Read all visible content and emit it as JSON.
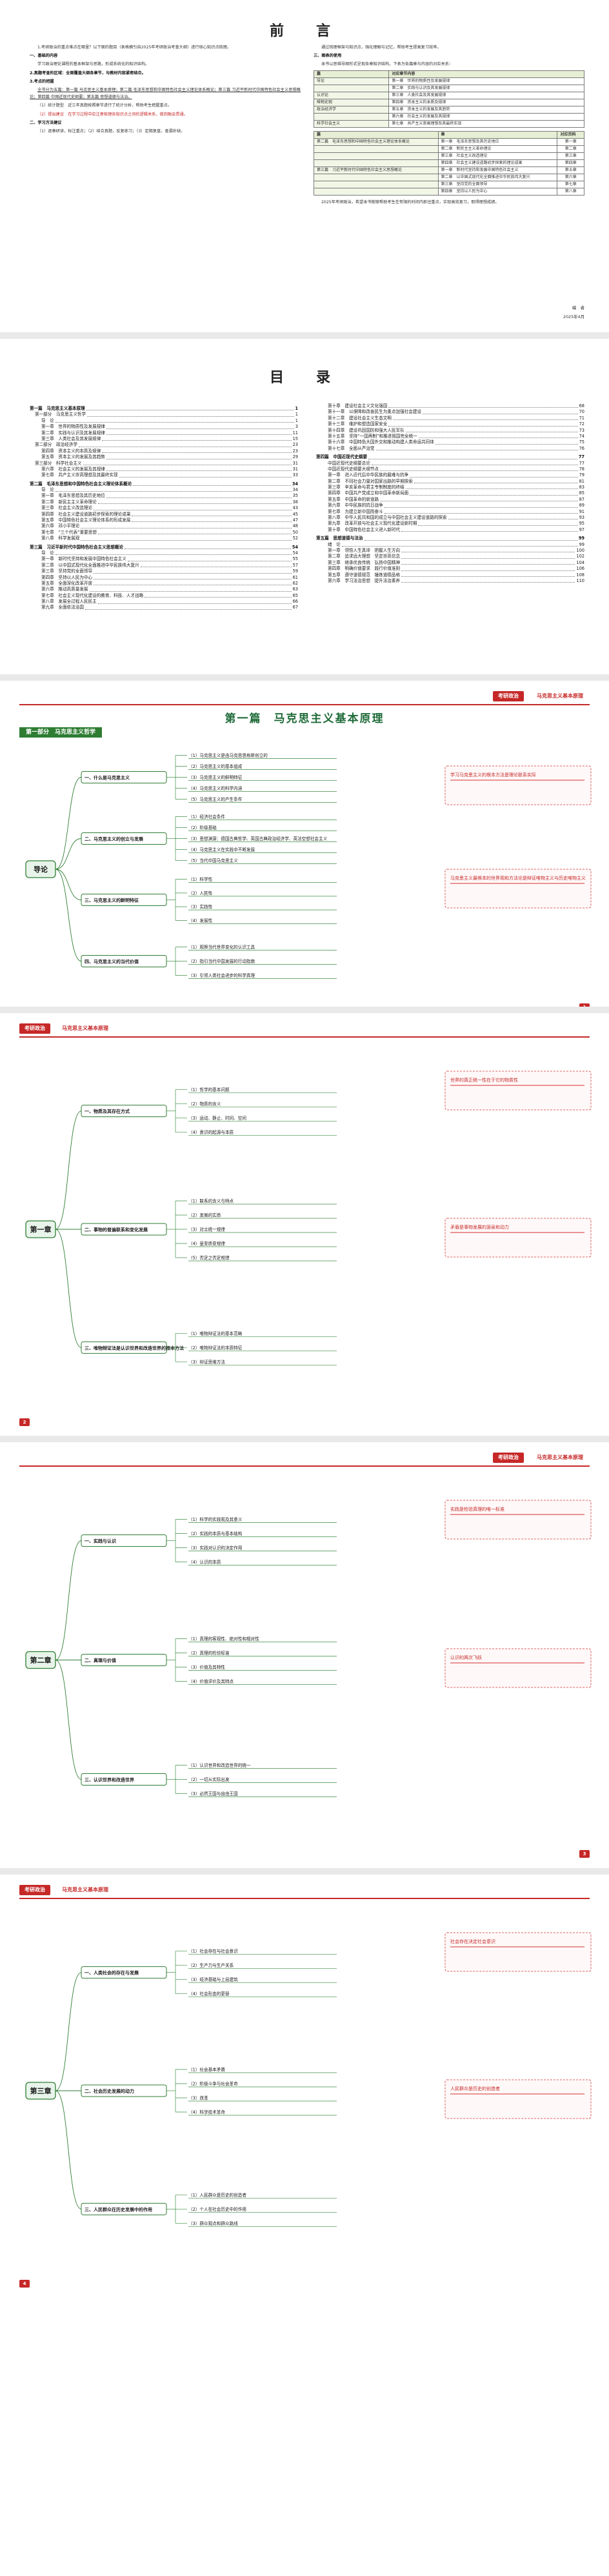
{
  "preface": {
    "title": "前　言",
    "left_paragraphs": [
      "1.考研政治的重点难点在哪里？以下面的题目（表格摘引自2025年考研政治考查大纲）进行核心知识点梳理。",
      "一、基础的内容",
      "学习政治理论课程的基本框架与思路，形成系统化的知识结构。",
      "2.真题考查的区域：全面覆盖大纲各章节，与教材内容紧密结合。",
      "3.考点的把握",
      "全书分为五篇：第一篇 马克思主义基本原理；第二篇 毛泽东思想和中国特色社会主义理论体系概论；第三篇 习近平新时代中国特色社会主义思想概论；第四篇 中国近现代史纲要；第五篇 思想道德与法治。",
      "（1）统计题型　近三年真题按照章节进行了统计分析，帮助考生把握重点。",
      "（2）提出建议　在学习过程中应注意梳理各知识点之间的逻辑关系，做到融会贯通。",
      "二、学习方法建议",
      "（1）逐章研读，标注重点；（2）结合真题，反复练习；（3）定期复盘，查漏补缺。"
    ],
    "right_paragraphs": [
      "通过梳理框架与知识点，强化理解与记忆，帮助考生提高复习效率。",
      "三、图表的使用",
      "本书以思维导图形式呈现各章知识结构，下表为各篇章与内容的对应关系："
    ],
    "table1": {
      "headers": [
        "篇",
        "对应章节内容"
      ],
      "rows": [
        [
          "导论",
          "第一章　世界的物质性及发展规律"
        ],
        [
          "",
          "第二章　实践与认识及其发展规律"
        ],
        [
          "认识论",
          "第三章　人类社会及其发展规律"
        ],
        [
          "唯物史观",
          "第四章　资本主义的本质及规律"
        ],
        [
          "政治经济学",
          "第五章　资本主义的发展及其趋势"
        ],
        [
          "",
          "第六章　社会主义的发展及其规律"
        ],
        [
          "科学社会主义",
          "第七章　共产主义崇高理想及其最终实现"
        ]
      ]
    },
    "table2": {
      "headers": [
        "篇",
        "章",
        "对应页码"
      ],
      "rows": [
        [
          "第二篇　毛泽东思想和中国特色社会主义理论体系概论",
          "第一章　毛泽东思想及其历史地位",
          "第一章"
        ],
        [
          "",
          "第二章　新民主主义革命理论",
          "第二章"
        ],
        [
          "",
          "第三章　社会主义改造理论",
          "第三章"
        ],
        [
          "",
          "第四章　社会主义建设道路初步探索的理论成果",
          "第四章"
        ],
        [
          "第三篇　习近平新时代中国特色社会主义思想概论",
          "第一章　新时代坚持和发展中国特色社会主义",
          "第五章"
        ],
        [
          "",
          "第二章　以中国式现代化全面推进中华民族伟大复兴",
          "第六章"
        ],
        [
          "",
          "第三章　坚持党的全面领导",
          "第七章"
        ],
        [
          "",
          "第四章　坚持以人民为中心",
          "第八章"
        ]
      ]
    },
    "closing": "2025年考研政治，希望本书能够帮助考生在有限的时间内抓住重点，实现高效复习，取得理想成绩。",
    "signature": "编　者",
    "date": "2025年4月"
  },
  "contents": {
    "title": "目　录",
    "left": [
      {
        "level": 0,
        "text": "第一篇　马克思主义基本原理",
        "page": "1"
      },
      {
        "level": 1,
        "text": "第一部分　马克思主义哲学",
        "page": "1"
      },
      {
        "level": 2,
        "text": "导　论",
        "page": "1"
      },
      {
        "level": 2,
        "text": "第一章　世界的物质性及发展规律",
        "page": "3"
      },
      {
        "level": 2,
        "text": "第二章　实践与认识及其发展规律",
        "page": "11"
      },
      {
        "level": 2,
        "text": "第三章　人类社会及其发展规律",
        "page": "15"
      },
      {
        "level": 1,
        "text": "第二部分　政治经济学",
        "page": "23"
      },
      {
        "level": 2,
        "text": "第四章　资本主义的本质及规律",
        "page": "23"
      },
      {
        "level": 2,
        "text": "第五章　资本主义的发展及其趋势",
        "page": "29"
      },
      {
        "level": 1,
        "text": "第三部分　科学社会主义",
        "page": "31"
      },
      {
        "level": 2,
        "text": "第六章　社会主义的发展及其规律",
        "page": "31"
      },
      {
        "level": 2,
        "text": "第七章　共产主义崇高理想及其最终实现",
        "page": "33"
      },
      {
        "level": 0,
        "text": "第二篇　毛泽东思想和中国特色社会主义理论体系概论",
        "page": "34"
      },
      {
        "level": 2,
        "text": "导　论",
        "page": "34"
      },
      {
        "level": 2,
        "text": "第一章　毛泽东思想及其历史地位",
        "page": "35"
      },
      {
        "level": 2,
        "text": "第二章　新民主主义革命理论",
        "page": "38"
      },
      {
        "level": 2,
        "text": "第三章　社会主义改造理论",
        "page": "43"
      },
      {
        "level": 2,
        "text": "第四章　社会主义建设道路初步探索的理论成果",
        "page": "45"
      },
      {
        "level": 2,
        "text": "第五章　中国特色社会主义理论体系的形成发展",
        "page": "47"
      },
      {
        "level": 2,
        "text": "第六章　邓小平理论",
        "page": "48"
      },
      {
        "level": 2,
        "text": "第七章　“三个代表”重要思想",
        "page": "50"
      },
      {
        "level": 2,
        "text": "第八章　科学发展观",
        "page": "52"
      },
      {
        "level": 0,
        "text": "第三篇　习近平新时代中国特色社会主义思想概论",
        "page": "54"
      },
      {
        "level": 2,
        "text": "导　论",
        "page": "54"
      },
      {
        "level": 2,
        "text": "第一章　新时代坚持和发展中国特色社会主义",
        "page": "55"
      },
      {
        "level": 2,
        "text": "第二章　以中国式现代化全面推进中华民族伟大复兴",
        "page": "57"
      },
      {
        "level": 2,
        "text": "第三章　坚持党的全面领导",
        "page": "59"
      },
      {
        "level": 2,
        "text": "第四章　坚持以人民为中心",
        "page": "61"
      },
      {
        "level": 2,
        "text": "第五章　全面深化改革开放",
        "page": "62"
      },
      {
        "level": 2,
        "text": "第六章　推动高质量发展",
        "page": "63"
      },
      {
        "level": 2,
        "text": "第七章　社会主义现代化建设的教育、科技、人才战略",
        "page": "65"
      },
      {
        "level": 2,
        "text": "第八章　发展全过程人民民主",
        "page": "66"
      },
      {
        "level": 2,
        "text": "第九章　全面依法治国",
        "page": "67"
      }
    ],
    "right": [
      {
        "level": 2,
        "text": "第十章　建设社会主义文化强国",
        "page": "68"
      },
      {
        "level": 2,
        "text": "第十一章　以保障和改善民生为重点加强社会建设",
        "page": "70"
      },
      {
        "level": 2,
        "text": "第十二章　建设社会主义生态文明",
        "page": "71"
      },
      {
        "level": 2,
        "text": "第十三章　维护和塑造国家安全",
        "page": "72"
      },
      {
        "level": 2,
        "text": "第十四章　建设巩固国防和强大人民军队",
        "page": "73"
      },
      {
        "level": 2,
        "text": "第十五章　坚持“一国两制”和推进祖国完全统一",
        "page": "74"
      },
      {
        "level": 2,
        "text": "第十六章　中国特色大国外交和推动构建人类命运共同体",
        "page": "75"
      },
      {
        "level": 2,
        "text": "第十七章　全面从严治党",
        "page": "76"
      },
      {
        "level": 0,
        "text": "第四篇　中国近现代史纲要",
        "page": "77"
      },
      {
        "level": 2,
        "text": "中国近现代史纲要总论",
        "page": "77"
      },
      {
        "level": 2,
        "text": "中国近现代史纲要大纲节点",
        "page": "78"
      },
      {
        "level": 2,
        "text": "第一章　进入近代后中华民族的磨难与抗争",
        "page": "79"
      },
      {
        "level": 2,
        "text": "第二章　不同社会力量对国家出路的早期探索",
        "page": "81"
      },
      {
        "level": 2,
        "text": "第三章　辛亥革命与君主专制制度的终结",
        "page": "83"
      },
      {
        "level": 2,
        "text": "第四章　中国共产党成立和中国革命新局面",
        "page": "85"
      },
      {
        "level": 2,
        "text": "第五章　中国革命的新道路",
        "page": "87"
      },
      {
        "level": 2,
        "text": "第六章　中华民族的抗日战争",
        "page": "89"
      },
      {
        "level": 2,
        "text": "第七章　为建立新中国而奋斗",
        "page": "91"
      },
      {
        "level": 2,
        "text": "第八章　中华人民共和国的成立与中国社会主义建设道路的探索",
        "page": "93"
      },
      {
        "level": 2,
        "text": "第九章　改革开放与社会主义现代化建设新时期",
        "page": "95"
      },
      {
        "level": 2,
        "text": "第十章　中国特色社会主义进入新时代",
        "page": "97"
      },
      {
        "level": 0,
        "text": "第五篇　思想道德与法治",
        "page": "99"
      },
      {
        "level": 2,
        "text": "绪　论",
        "page": "99"
      },
      {
        "level": 2,
        "text": "第一章　领悟人生真谛　把握人生方向",
        "page": "100"
      },
      {
        "level": 2,
        "text": "第二章　追求远大理想　坚定崇高信念",
        "page": "102"
      },
      {
        "level": 2,
        "text": "第三章　继承优良传统　弘扬中国精神",
        "page": "104"
      },
      {
        "level": 2,
        "text": "第四章　明确价值要求　践行价值准则",
        "page": "106"
      },
      {
        "level": 2,
        "text": "第五章　遵守道德规范　锤炼道德品格",
        "page": "108"
      },
      {
        "level": 2,
        "text": "第六章　学习法治思想　提升法治素养",
        "page": "110"
      }
    ]
  },
  "header": {
    "badge_text": "考研政治",
    "subtitle": "马克思主义基本原理",
    "colors": {
      "accent": "#c62828",
      "green": "#2e7d32"
    }
  },
  "mindmaps": [
    {
      "chapter_title": "第一篇　马克思主义基本原理",
      "part_tab": "第一部分　马克思主义哲学",
      "root": "导论",
      "page_number": "1",
      "branches": [
        {
          "label": "一、什么是马克思主义",
          "items": [
            "（1）马克思主义是由马克思恩格斯创立的",
            "（2）马克思主义的基本组成",
            "（3）马克思主义的鲜明特征",
            "（4）马克思主义的科学内涵",
            "（5）马克思主义的产生条件"
          ]
        },
        {
          "label": "二、马克思主义的创立与发展",
          "items": [
            "（1）经济社会条件",
            "（2）阶级基础",
            "（3）思想渊源：德国古典哲学、英国古典政治经济学、英法空想社会主义",
            "（4）马克思主义在实践中不断发展",
            "（5）当代中国马克思主义"
          ]
        },
        {
          "label": "三、马克思主义的鲜明特征",
          "items": [
            "（1）科学性",
            "（2）人民性",
            "（3）实践性",
            "（4）发展性"
          ]
        },
        {
          "label": "四、马克思主义的当代价值",
          "items": [
            "（1）观察当代世界变化的认识工具",
            "（2）指引当代中国发展的行动指南",
            "（3）引领人类社会进步的科学真理"
          ]
        }
      ],
      "notes": [
        "学习马克思主义的根本方法是理论联系实际",
        "马克思主义最根本的世界观和方法论是辩证唯物主义与历史唯物主义"
      ]
    },
    {
      "chapter_title": "",
      "part_tab": "",
      "root": "第一章",
      "page_number": "2",
      "branches": [
        {
          "label": "一、物质及其存在方式",
          "items": [
            "（1）哲学的基本问题",
            "（2）物质的含义",
            "（3）运动、静止、时间、空间",
            "（4）意识的起源与本质"
          ]
        },
        {
          "label": "二、事物的普遍联系和变化发展",
          "items": [
            "（1）联系的含义与特点",
            "（2）发展的实质",
            "（3）对立统一规律",
            "（4）量变质变规律",
            "（5）否定之否定规律"
          ]
        },
        {
          "label": "三、唯物辩证法是认识世界和改造世界的根本方法",
          "items": [
            "（1）唯物辩证法的基本范畴",
            "（2）唯物辩证法的本质特征",
            "（3）辩证思维方法"
          ]
        }
      ],
      "notes": [
        "世界的真正统一性在于它的物质性",
        "矛盾是事物发展的源泉和动力"
      ]
    },
    {
      "chapter_title": "",
      "part_tab": "",
      "root": "第二章",
      "page_number": "3",
      "branches": [
        {
          "label": "一、实践与认识",
          "items": [
            "（1）科学的实践观及其意义",
            "（2）实践的本质与基本结构",
            "（3）实践对认识的决定作用",
            "（4）认识的本质"
          ]
        },
        {
          "label": "二、真理与价值",
          "items": [
            "（1）真理的客观性、绝对性和相对性",
            "（2）真理的检验标准",
            "（3）价值及其特性",
            "（4）价值评价及其特点"
          ]
        },
        {
          "label": "三、认识世界和改造世界",
          "items": [
            "（1）认识世界和改造世界的统一",
            "（2）一切从实际出发",
            "（3）必然王国与自由王国"
          ]
        }
      ],
      "notes": [
        "实践是检验真理的唯一标准",
        "认识的两次飞跃"
      ]
    },
    {
      "chapter_title": "",
      "part_tab": "",
      "root": "第三章",
      "page_number": "4",
      "branches": [
        {
          "label": "一、人类社会的存在与发展",
          "items": [
            "（1）社会存在与社会意识",
            "（2）生产力与生产关系",
            "（3）经济基础与上层建筑",
            "（4）社会形态的更替"
          ]
        },
        {
          "label": "二、社会历史发展的动力",
          "items": [
            "（1）社会基本矛盾",
            "（2）阶级斗争与社会革命",
            "（3）改革",
            "（4）科学技术革命"
          ]
        },
        {
          "label": "三、人民群众在历史发展中的作用",
          "items": [
            "（1）人民群众是历史的创造者",
            "（2）个人在社会历史中的作用",
            "（3）群众观点和群众路线"
          ]
        }
      ],
      "notes": [
        "社会存在决定社会意识",
        "人民群众是历史的创造者"
      ]
    }
  ]
}
